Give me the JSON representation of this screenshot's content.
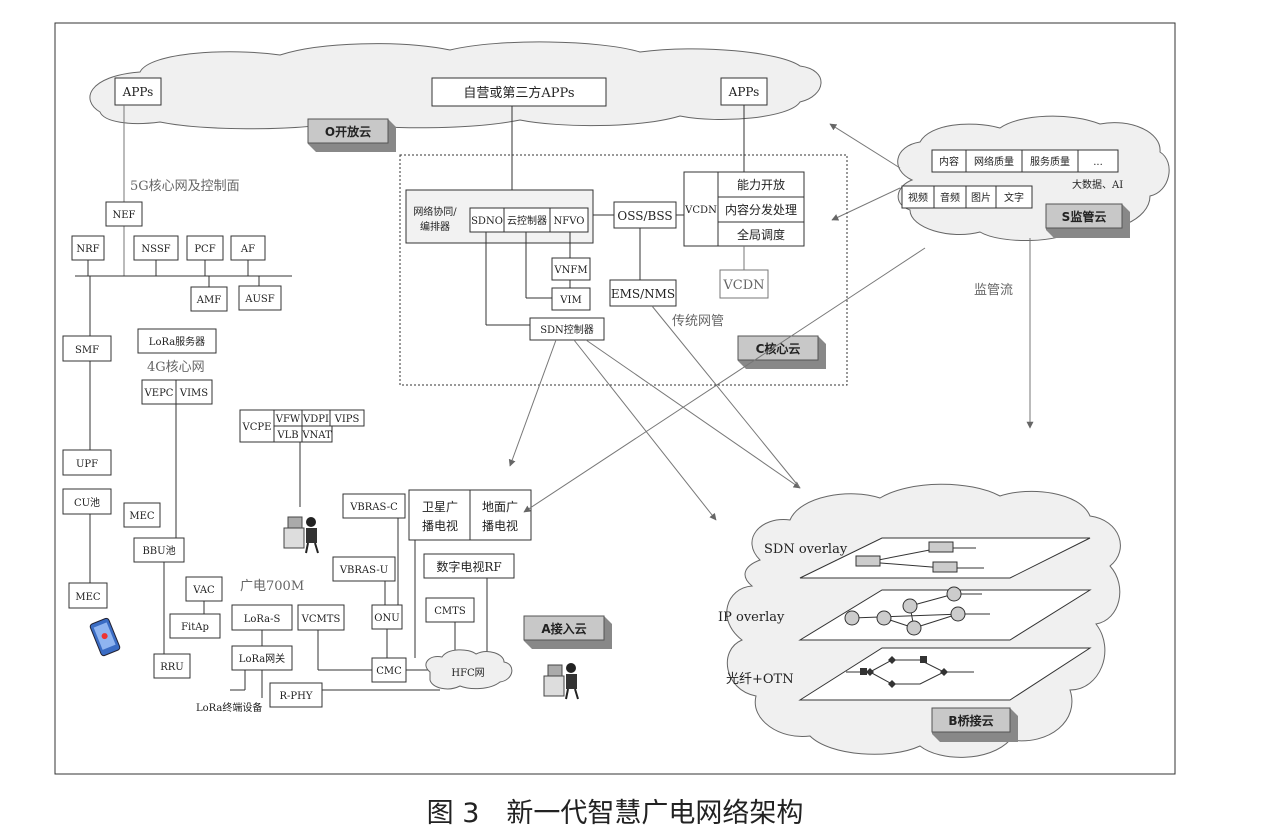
{
  "caption": "图 3　新一代智慧广电网络架构",
  "clouds": {
    "o": "O开放云",
    "s": "S监管云",
    "c": "C核心云",
    "a": "A接入云",
    "b": "B桥接云"
  },
  "labels": {
    "apps_left": "APPs",
    "apps_center": "自营或第三方APPs",
    "apps_right": "APPs",
    "core_5g": "5G核心网及控制面",
    "core_4g": "4G核心网",
    "traditional_mgmt": "传统网管",
    "supervision_flow": "监管流",
    "bigdata": "大数据、AI",
    "guangdian700": "广电700M",
    "lora_terminal": "LoRa终端设备"
  },
  "nodes": {
    "nef": "NEF",
    "nrf": "NRF",
    "nssf": "NSSF",
    "pcf": "PCF",
    "af": "AF",
    "amf": "AMF",
    "ausf": "AUSF",
    "smf": "SMF",
    "upf": "UPF",
    "cu": "CU池",
    "mec1": "MEC",
    "mec2": "MEC",
    "lora_server": "LoRa服务器",
    "vepc": "VEPC",
    "vims": "VIMS",
    "bbu": "BBU池",
    "vac": "VAC",
    "fitap": "FitAp",
    "rru": "RRU",
    "vcpe": "VCPE",
    "vfw": "VFW",
    "vdpi": "VDPI",
    "vips": "VIPS",
    "vlb": "VLB",
    "vnat": "VNAT",
    "vbras_c": "VBRAS-C",
    "vbras_u": "VBRAS-U",
    "onu": "ONU",
    "sat_tv": [
      "卫星广",
      "播电视"
    ],
    "ter_tv": [
      "地面广",
      "播电视"
    ],
    "dtv_rf": "数字电视RF",
    "cmts": "CMTS",
    "vcmts": "VCMTS",
    "cmc": "CMC",
    "hfc": "HFC网",
    "lora_s": "LoRa-S",
    "lora_gw": "LoRa网关",
    "rphy": "R-PHY",
    "orchestrator": [
      "网络协同/",
      "编排器"
    ],
    "sdno": "SDNO",
    "cloud_ctrl": "云控制器",
    "nfvo": "NFVO",
    "vnfm": "VNFM",
    "vim": "VIM",
    "sdn_ctrl": "SDN控制器",
    "oss_bss": "OSS/BSS",
    "ems_nms": "EMS/NMS",
    "vcdn_label": "VCDN",
    "vcdn_open": "能力开放",
    "vcdn_dist": "内容分发处理",
    "vcdn_sched": "全局调度",
    "vcdn_box": "VCDN",
    "s_content": "内容",
    "s_netq": "网络质量",
    "s_svcq": "服务质量",
    "s_more": "...",
    "s_video": "视频",
    "s_audio": "音频",
    "s_image": "图片",
    "s_text": "文字"
  },
  "layers": {
    "sdn": "SDN overlay",
    "ip": "IP overlay",
    "otn": "光纤+OTN"
  }
}
